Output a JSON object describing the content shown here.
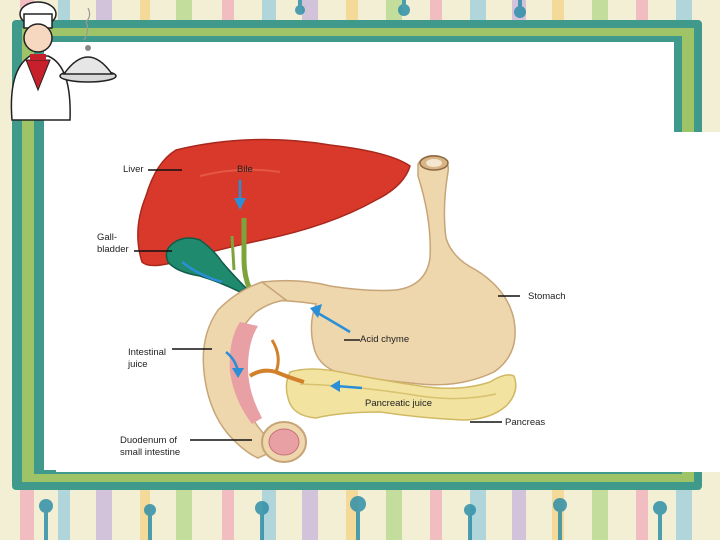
{
  "diagram": {
    "labels": {
      "liver": "Liver",
      "bile": "Bile",
      "gallbladder": [
        "Gall-",
        "bladder"
      ],
      "intestinal_juice": [
        "Intestinal",
        "juice"
      ],
      "duodenum": [
        "Duodenum of",
        "small intestine"
      ],
      "acid_chyme": "Acid chyme",
      "pancreatic_juice": "Pancreatic juice",
      "stomach": "Stomach",
      "pancreas": "Pancreas"
    }
  },
  "colors": {
    "liver": "#d8392a",
    "gallbladder": "#1f8a6e",
    "stomach": "#eed6ad",
    "pancreas": "#f2e3a0",
    "duodenum_inner": "#e8a0a4",
    "arrow": "#2a8fd6",
    "frame_teal": "#3f9a8c",
    "frame_green": "#9fc468"
  }
}
